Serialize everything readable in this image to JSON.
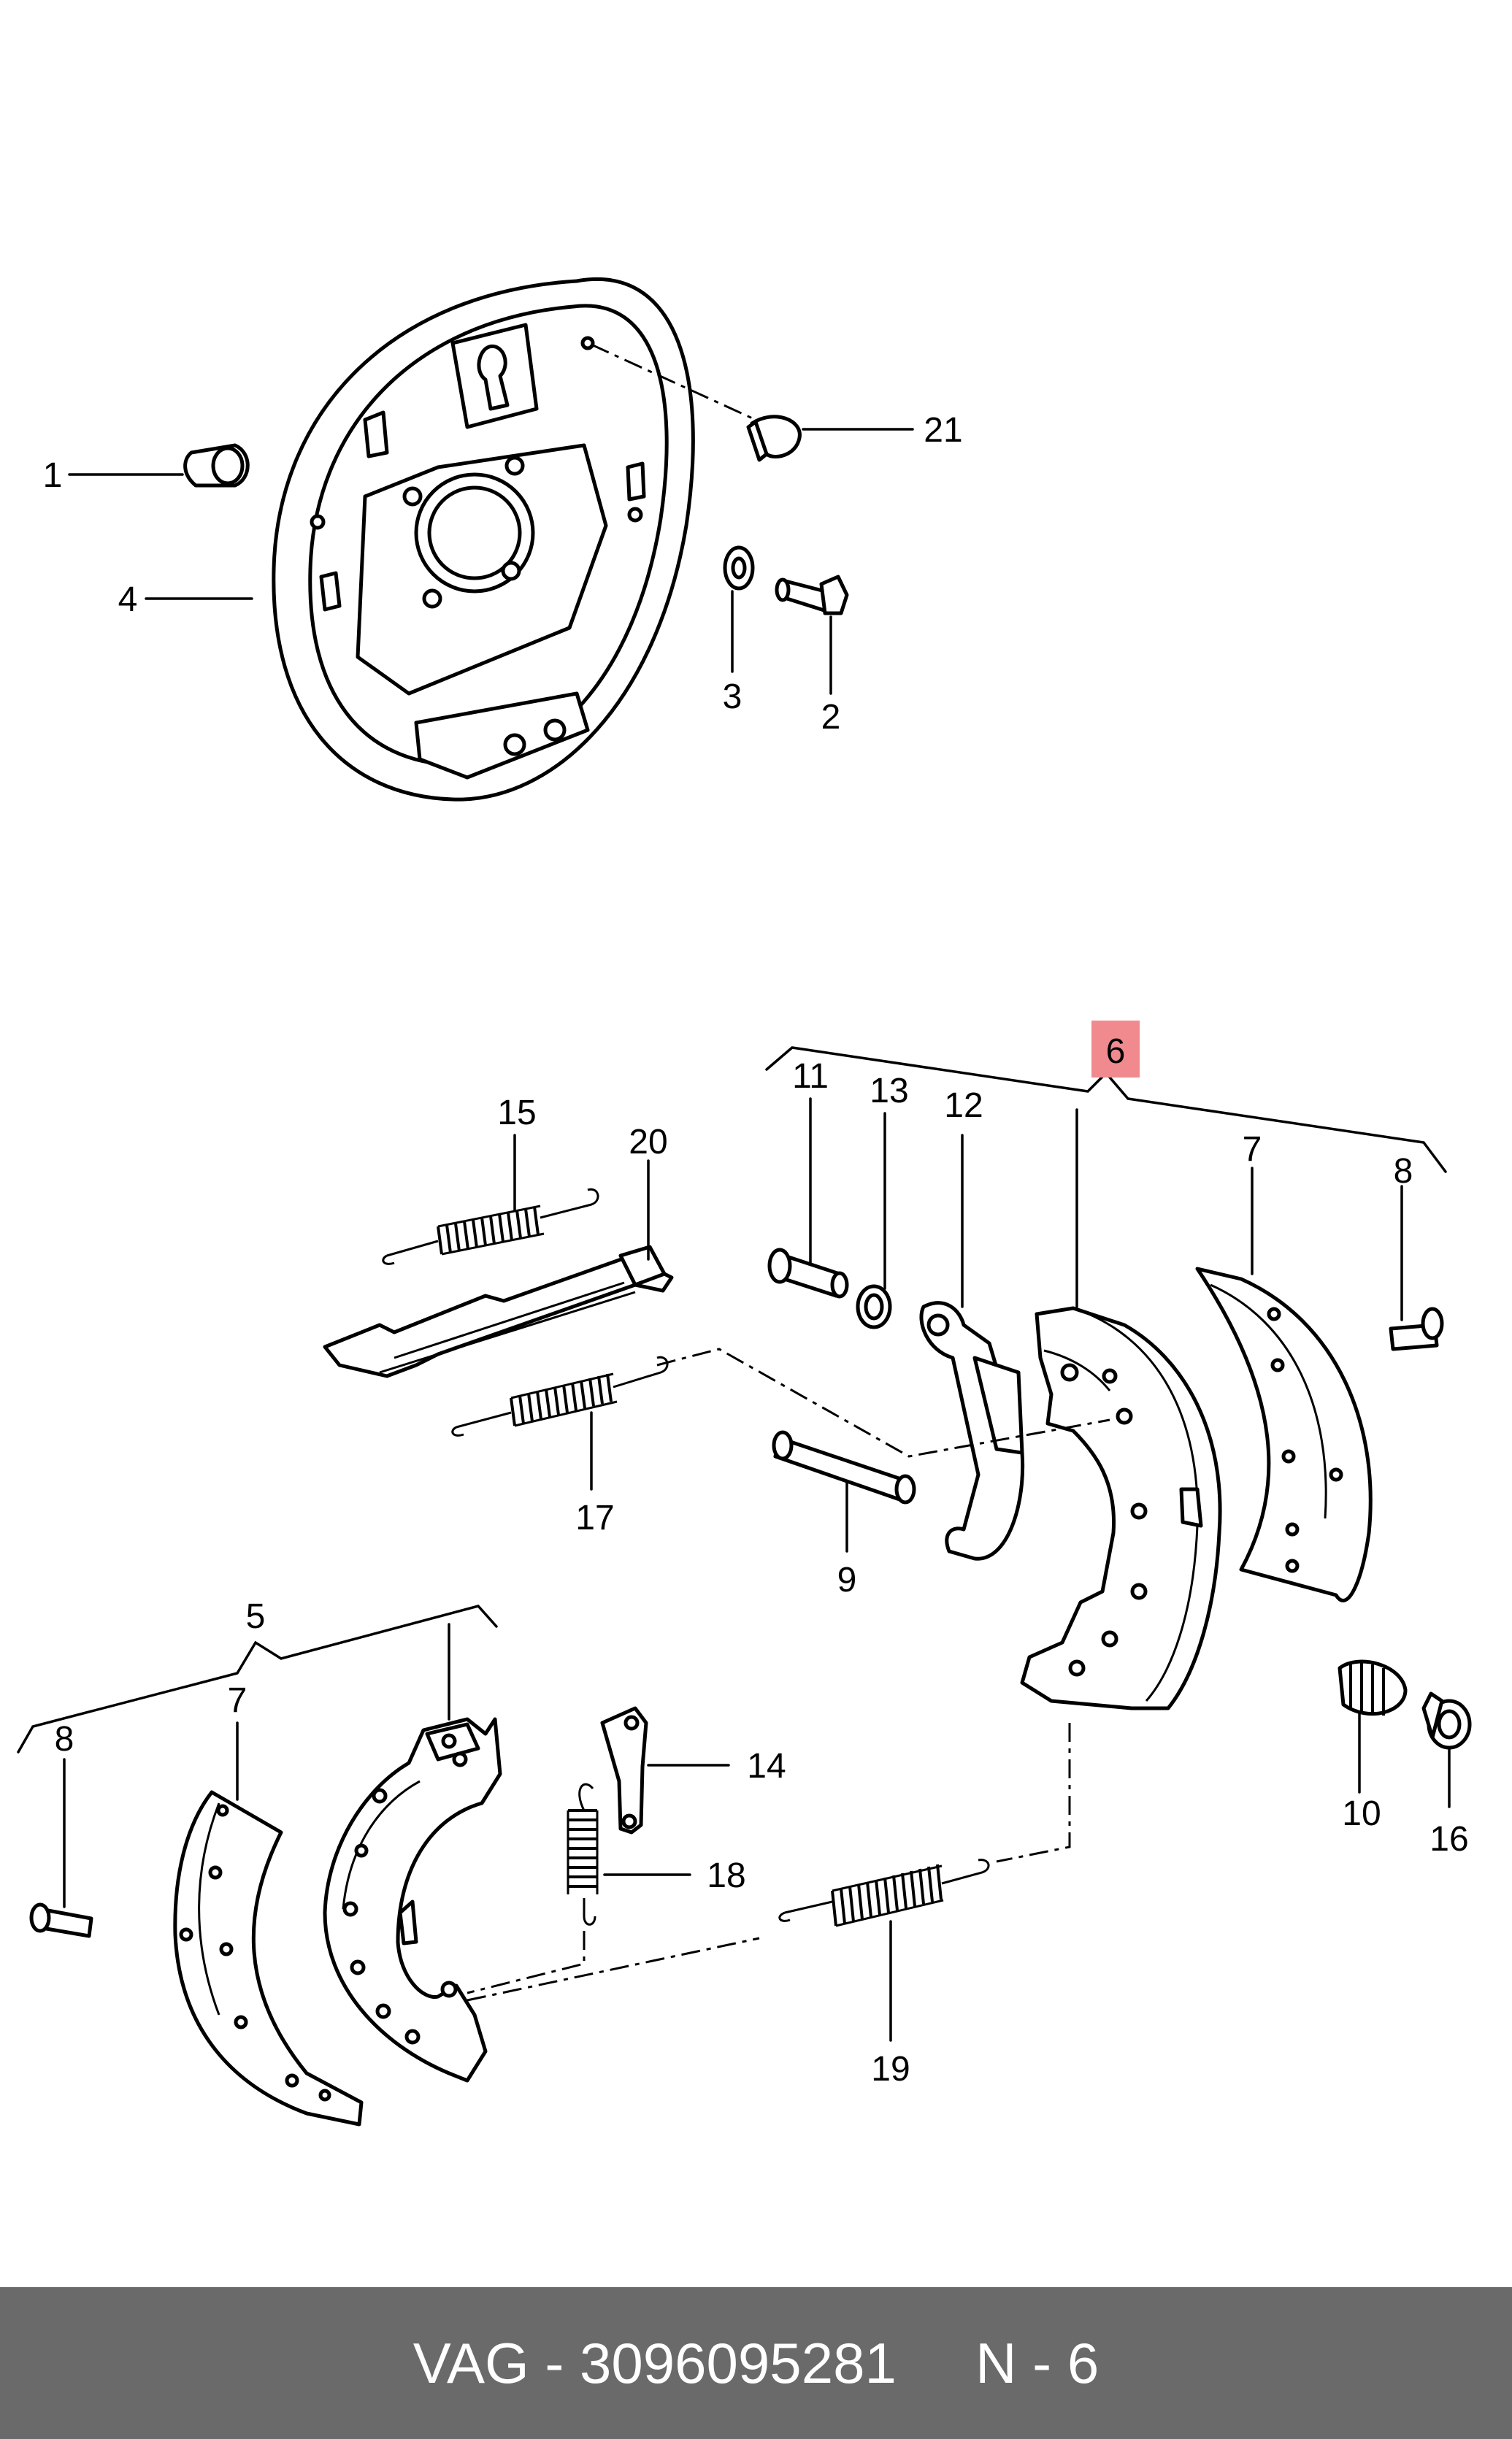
{
  "diagram": {
    "callouts": {
      "c1": "1",
      "c2": "2",
      "c3": "3",
      "c4": "4",
      "c5": "5",
      "c6": "6",
      "c7a": "7",
      "c7b": "7",
      "c8a": "8",
      "c8b": "8",
      "c9": "9",
      "c10": "10",
      "c11": "11",
      "c12": "12",
      "c13": "13",
      "c14": "14",
      "c15": "15",
      "c16": "16",
      "c17": "17",
      "c18": "18",
      "c19": "19",
      "c20": "20",
      "c21": "21"
    },
    "highlighted_callout": "6",
    "highlight_color": "#f08a8e"
  },
  "footer": {
    "text": "VAG - 3096095281     N - 6",
    "background": "#6a6a6a",
    "text_color": "#ffffff"
  }
}
